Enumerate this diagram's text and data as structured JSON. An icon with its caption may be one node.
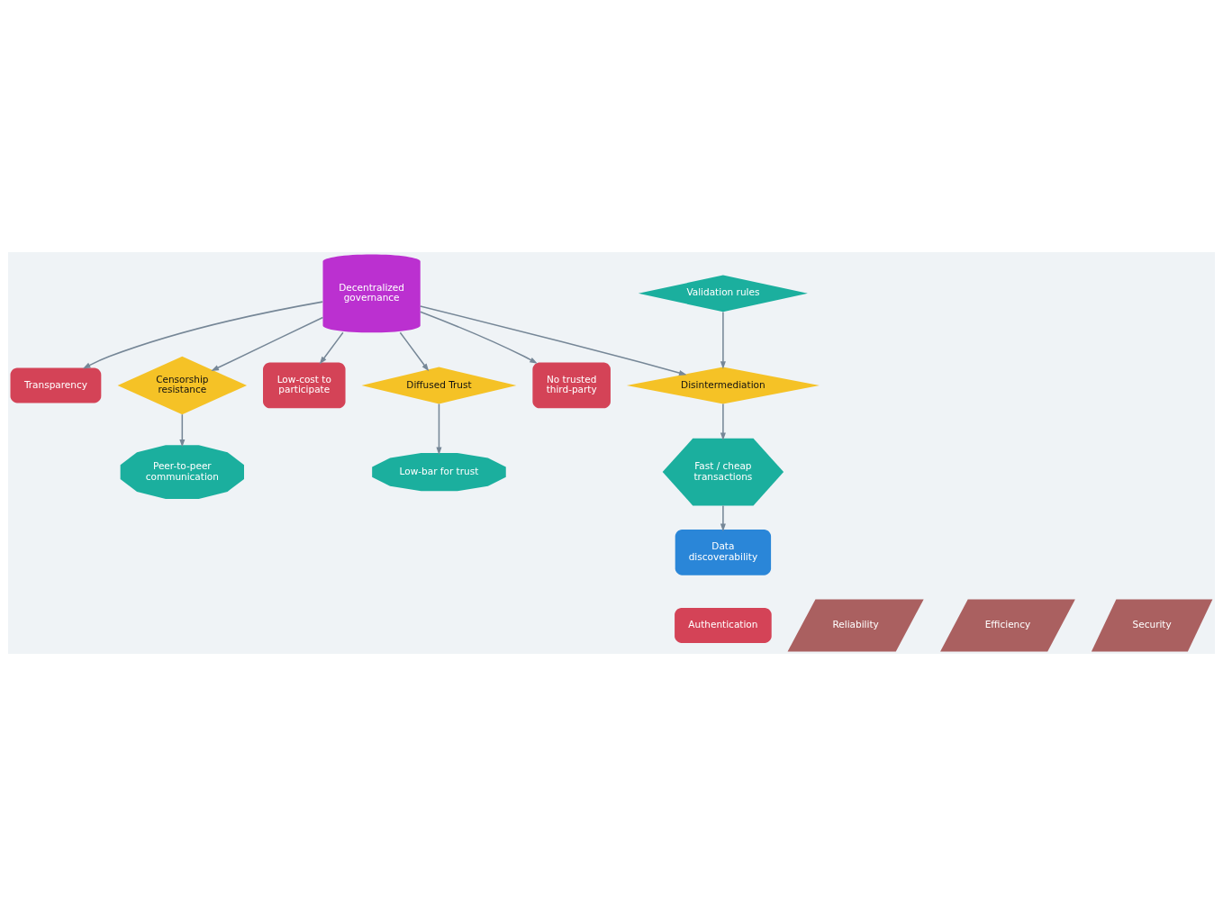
{
  "diagram": {
    "nodes": [
      {
        "text": [
          "Transparency"
        ]
      },
      {
        "text": [
          "Censorship resistance"
        ]
      },
      {
        "text": [
          "Peer-to-peer communication"
        ]
      },
      {
        "text": [
          "Low-bar for trust"
        ]
      },
      {
        "text": [
          "Low-cost to participate"
        ]
      },
      {
        "text": [
          "Decentralized governance"
        ]
      },
      {
        "text": [
          "Diffused Trust"
        ]
      },
      {
        "text": [
          "Authentication"
        ]
      },
      {
        "text": [
          "No trusted third-party"
        ]
      },
      {
        "text": [
          "Disintermediation"
        ]
      },
      {
        "text": [
          "Fast / cheap transactions"
        ]
      },
      {
        "text": [
          "Reliability"
        ]
      },
      {
        "text": [
          "Efficiency"
        ]
      },
      {
        "text": [
          "Validation rules"
        ]
      },
      {
        "text": [
          "Security"
        ]
      },
      {
        "text": [
          "Data discoverability"
        ]
      }
    ],
    "edges": [
      {
        "from": 5,
        "to": 0,
        "arrow": "to"
      },
      {
        "from": 5,
        "to": 4,
        "arrow": "to"
      },
      {
        "from": 5,
        "to": 8,
        "arrow": "to"
      },
      {
        "from": 5,
        "to": 1,
        "arrow": "to"
      },
      {
        "from": 1,
        "to": 2,
        "arrow": "to"
      },
      {
        "from": 5,
        "to": 6,
        "arrow": "to"
      },
      {
        "from": 6,
        "to": 3,
        "arrow": "to"
      },
      {
        "from": 5,
        "to": 9,
        "arrow": "to"
      },
      {
        "from": 9,
        "to": 10,
        "arrow": "to"
      },
      {
        "from": 13,
        "to": 9,
        "arrow": "to"
      },
      {
        "from": 10,
        "to": 15,
        "arrow": "to"
      }
    ]
  }
}
